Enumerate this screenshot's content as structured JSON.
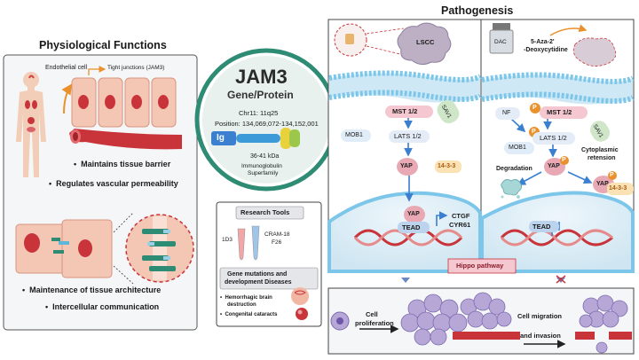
{
  "physiological": {
    "title": "Physiological Functions",
    "endothelial_label": "Endothelial cell",
    "tight_junctions_label": "Tight junctions (JAM3)",
    "functions_top": [
      "Maintains tissue barrier",
      "Regulates vascular permeability"
    ],
    "functions_bottom": [
      "Maintenance of tissue architecture",
      "Intercellular communication"
    ]
  },
  "jam3": {
    "title": "JAM3",
    "subtitle": "Gene/Protein",
    "chromosome": "Chr11: 11q25",
    "position": "Position: 134,069,072-134,152,001",
    "ig_label": "Ig",
    "weight": "36-41 kDa",
    "family_line1": "Immunoglobulin",
    "family_line2": "Superfamily"
  },
  "research": {
    "title": "Research Tools",
    "antibody_1": "1D3",
    "antibody_2a": "CRAM-18",
    "antibody_2b": "F26",
    "disease_title_line1": "Gene mutations and",
    "disease_title_line2": "development Diseases",
    "disease_1_line1": "Hemorrhagic brain",
    "disease_1_line2": "destruction",
    "disease_2": "Congenital cataracts"
  },
  "pathogenesis": {
    "title": "Pathogenesis",
    "lscc": "LSCC",
    "dac": "DAC",
    "aza_line1": "5-Aza-2'",
    "aza_line2": "-Deoxycytidine",
    "hippo_label": "Hippo pathway",
    "left_panel": {
      "mst": "MST 1/2",
      "sav": "SAV1",
      "mob": "MOB1",
      "lats": "LATS 1/2",
      "yap": "YAP",
      "p1433": "14-3-3",
      "yap_nuc": "YAP",
      "tead": "TEAD",
      "ctgf": "CTGF",
      "cyr61": "CYR61"
    },
    "right_panel": {
      "nf": "NF",
      "p": "P",
      "mst": "MST 1/2",
      "sav": "SAV1",
      "mob": "MOB1",
      "lats": "LATS 1/2",
      "yap": "YAP",
      "degradation": "Degradation",
      "cyto_line1": "Cytoplasmic",
      "cyto_line2": "retension",
      "yap2": "YAP",
      "p1433": "14-3-3",
      "tead": "TEAD"
    },
    "outcomes": {
      "prolif_line1": "Cell",
      "prolif_line2": "proliferation",
      "migr_line1": "Cell migration",
      "migr_line2": "and invasion"
    }
  },
  "colors": {
    "panel_bg": "#f5f6f8",
    "membrane": "#7cc6ea",
    "jam_green": "#2e8b74",
    "cell_pink": "#f4c7b5",
    "yap_pink": "#e8a9b4",
    "tead_blue": "#bcd3ee",
    "vessel_red": "#c9343a",
    "arrow_blue": "#3a7fd0"
  }
}
